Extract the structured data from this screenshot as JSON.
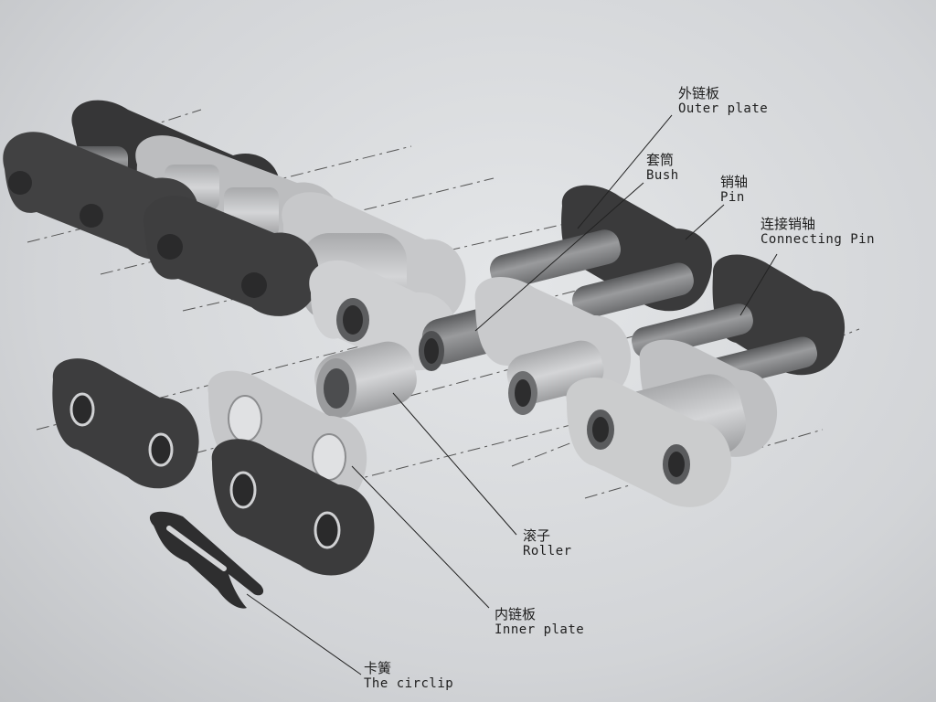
{
  "labels": {
    "outer_plate": {
      "zh": "外链板",
      "en": "Outer plate"
    },
    "bush": {
      "zh": "套筒",
      "en": "Bush"
    },
    "pin": {
      "zh": "销轴",
      "en": "Pin"
    },
    "connecting_pin": {
      "zh": "连接销轴",
      "en": "Connecting Pin"
    },
    "roller": {
      "zh": "滚子",
      "en": "Roller"
    },
    "inner_plate": {
      "zh": "内链板",
      "en": "Inner plate"
    },
    "circlip": {
      "zh": "卡簧",
      "en": "The circlip"
    }
  },
  "colors": {
    "dark_plate": "#3f3f40",
    "light_plate": "#c4c5c7",
    "cylinder": "#8f9092",
    "leader": "#222222"
  }
}
